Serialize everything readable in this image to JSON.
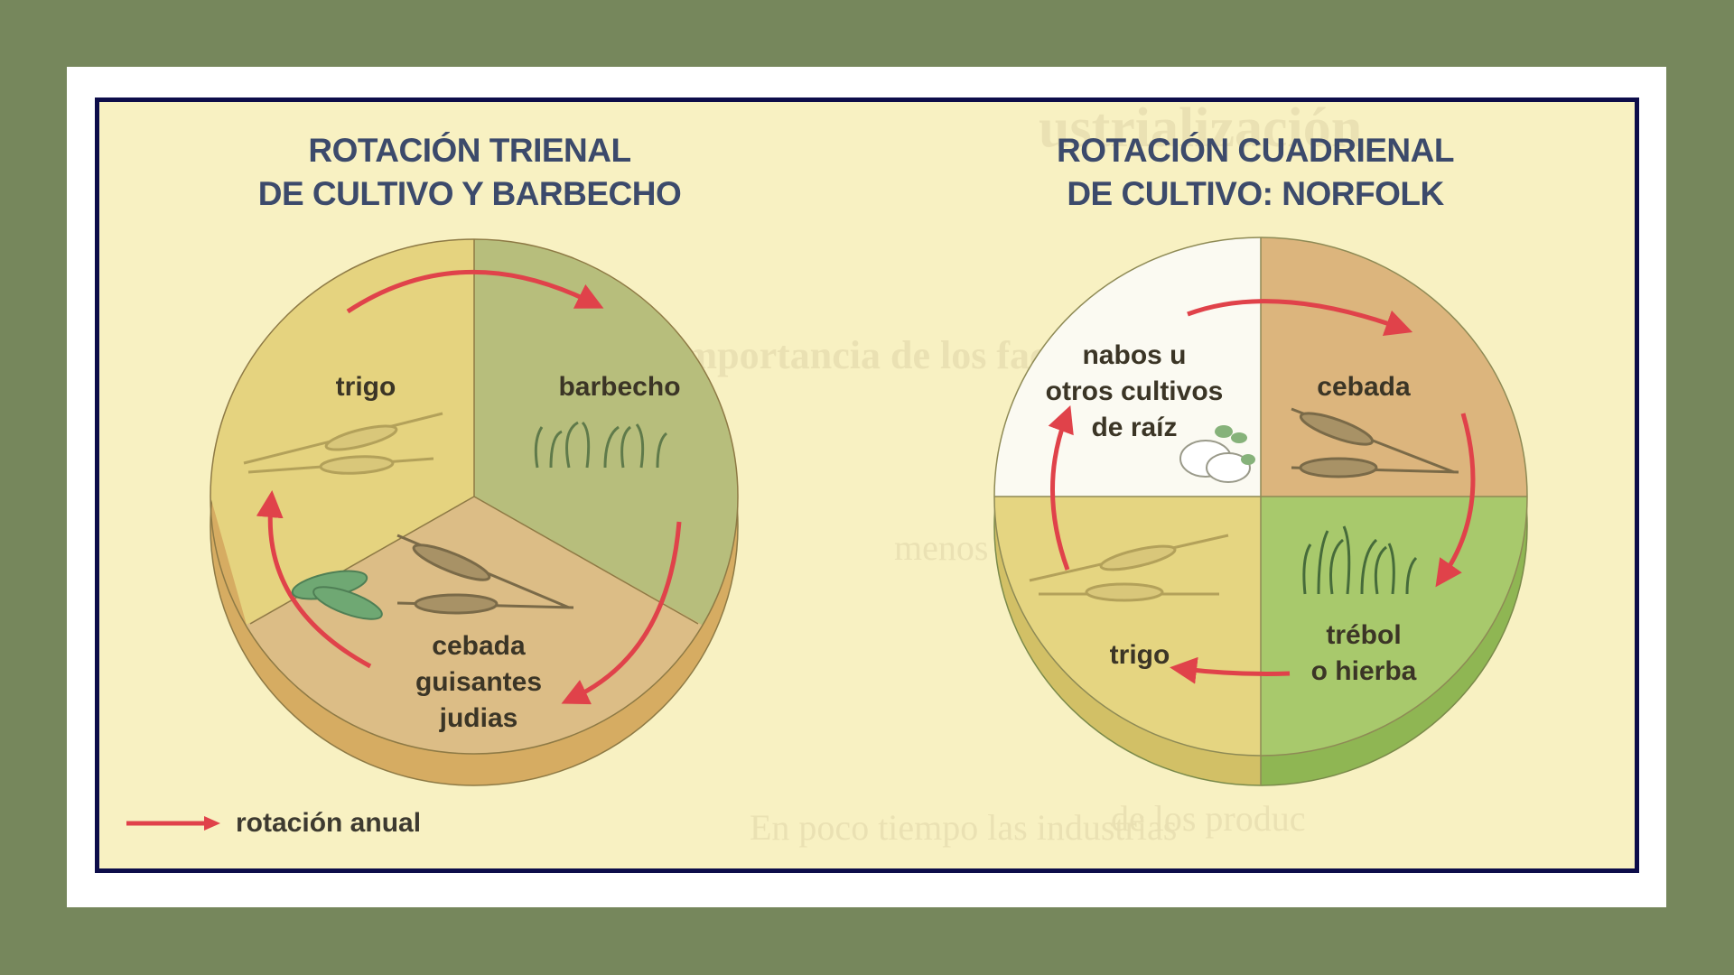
{
  "colors": {
    "background": "#76875c",
    "frame": "#ffffff",
    "border": "#0d0d4a",
    "panel": "#f8f1c2",
    "title": "#3c4a6b",
    "arrow": "#e0424a",
    "sector_trigo": "#e5d37f",
    "sector_barbecho": "#b7be7c",
    "sector_cebada": "#dcbd86",
    "sector_nabos": "#fbfaf2",
    "sector_cebada_norfolk": "#dcb57d",
    "sector_trigo_norfolk": "#e5d581",
    "sector_trebol": "#a8c96c"
  },
  "left_diagram": {
    "title_line1": "ROTACIÓN TRIENAL",
    "title_line2": "DE CULTIVO Y BARBECHO",
    "sectors": [
      {
        "label": "trigo",
        "icon": "wheat-icon"
      },
      {
        "label": "barbecho",
        "icon": "grass-icon"
      },
      {
        "label_lines": [
          "cebada",
          "guisantes",
          "judias"
        ],
        "icon": "barley-peas-icon"
      }
    ]
  },
  "right_diagram": {
    "title_line1": "ROTACIÓN CUADRIENAL",
    "title_line2": "DE CULTIVO: NORFOLK",
    "sectors": [
      {
        "label_lines": [
          "nabos u",
          "otros cultivos",
          "de raíz"
        ],
        "icon": "turnip-icon"
      },
      {
        "label": "cebada",
        "icon": "barley-icon"
      },
      {
        "label_lines": [
          "trébol",
          "o hierba"
        ],
        "icon": "clover-grass-icon"
      },
      {
        "label": "trigo",
        "icon": "wheat-icon"
      }
    ]
  },
  "legend": {
    "icon": "arrow-right-icon",
    "label": "rotación anual"
  }
}
